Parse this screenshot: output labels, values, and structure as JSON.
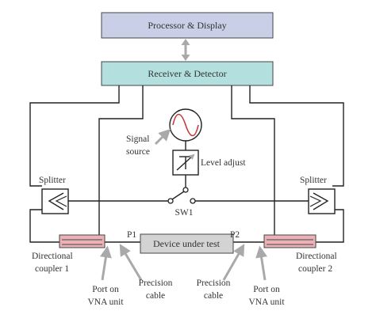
{
  "blocks": {
    "processor": "Processor & Display",
    "receiver": "Receiver & Detector",
    "dut": "Device under test"
  },
  "labels": {
    "signal_source_line1": "Signal",
    "signal_source_line2": "source",
    "level_adjust": "Level adjust",
    "splitter_left": "Splitter",
    "splitter_right": "Splitter",
    "sw1": "SW1",
    "p1": "P1",
    "p2": "P2",
    "coupler1_line1": "Directional",
    "coupler1_line2": "coupler 1",
    "coupler2_line1": "Directional",
    "coupler2_line2": "coupler 2",
    "port_left_line1": "Port on",
    "port_left_line2": "VNA unit",
    "cable_left_line1": "Precision",
    "cable_left_line2": "cable",
    "cable_right_line1": "Precision",
    "cable_right_line2": "cable",
    "port_right_line1": "Port on",
    "port_right_line2": "VNA unit"
  },
  "colors": {
    "processor_fill": "#c9cfe6",
    "receiver_fill": "#b3e0de",
    "dut_fill": "#d3d3d3",
    "coupler_fill": "#eab2b6",
    "arrow": "#a9a9a9"
  }
}
